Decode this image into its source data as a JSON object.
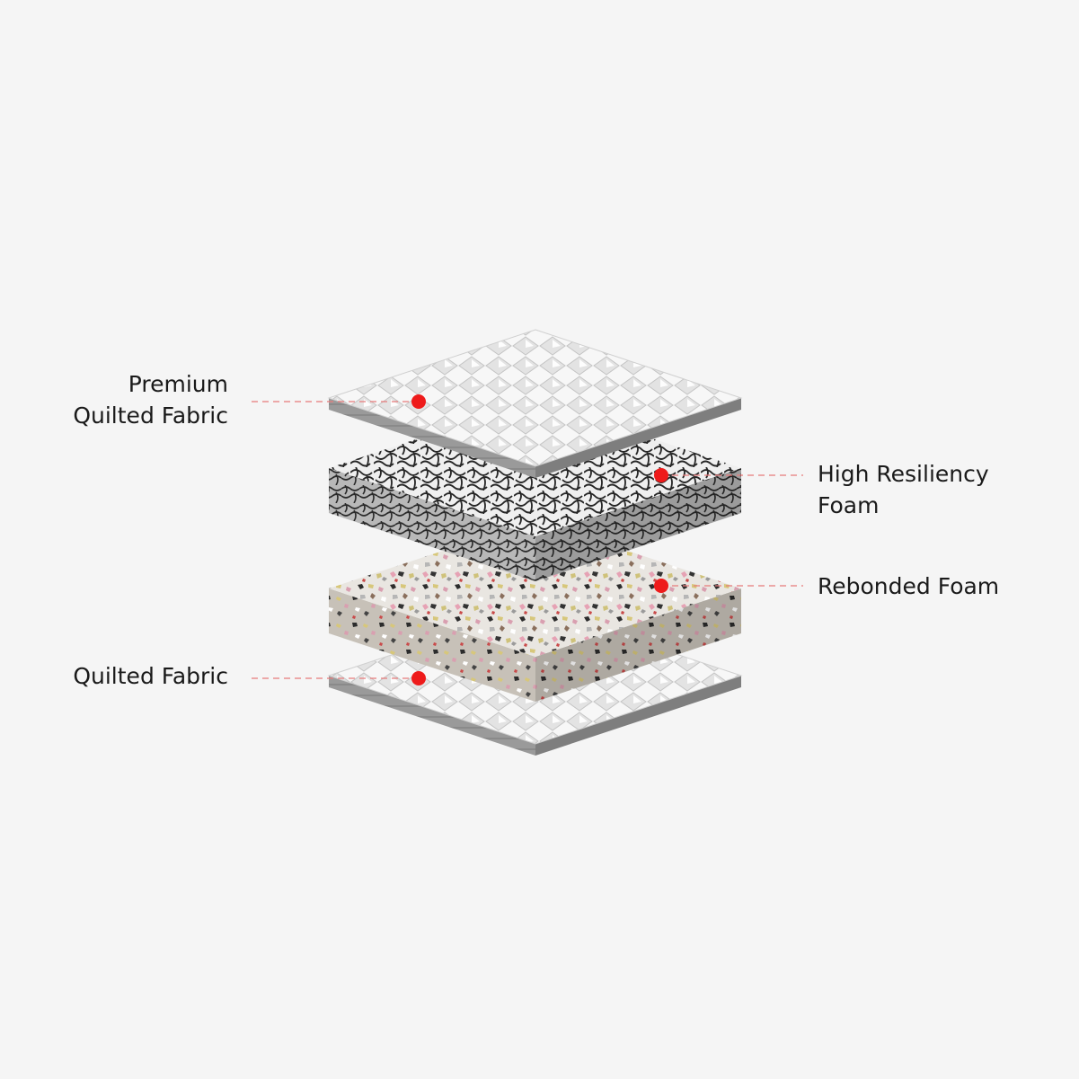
{
  "layers": [
    {
      "id": "premium-quilted-fabric",
      "label_lines": [
        "Premium",
        "Quilted Fabric"
      ],
      "side": "left"
    },
    {
      "id": "high-resiliency-foam",
      "label_lines": [
        "High Resiliency",
        "Foam"
      ],
      "side": "right"
    },
    {
      "id": "rebonded-foam",
      "label_lines": [
        "Rebonded Foam"
      ],
      "side": "right"
    },
    {
      "id": "quilted-fabric",
      "label_lines": [
        "Quilted Fabric"
      ],
      "side": "left"
    }
  ],
  "colors": {
    "background": "#f5f5f5",
    "marker": "#ee1b1b",
    "leader_line": "#e77b7b",
    "label_text": "#1a1a1a"
  }
}
